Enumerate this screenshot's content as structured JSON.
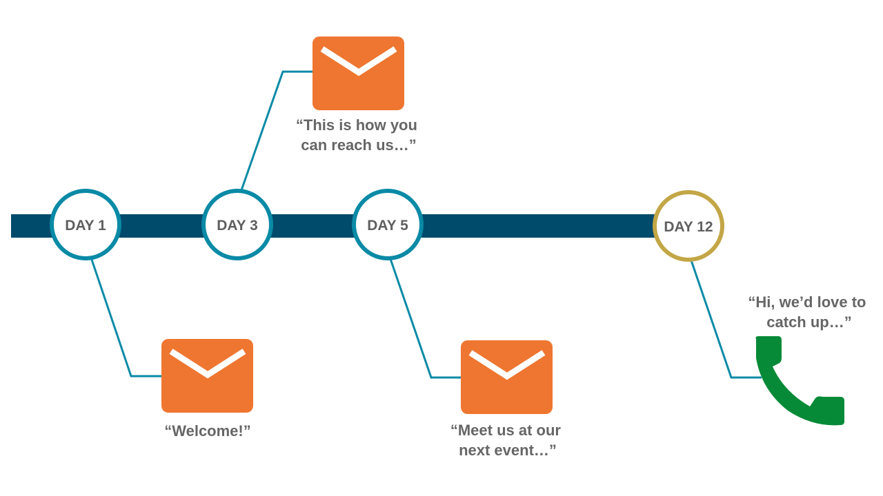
{
  "colors": {
    "timeline_bar": "#004a6b",
    "connector": "#0a8aa6",
    "circle_border": "#0a8aa6",
    "circle_border_final": "#c3a646",
    "email_fill": "#ef7630",
    "phone_fill": "#078a37",
    "text": "#5f5f5f"
  },
  "timeline": {
    "milestones": [
      {
        "label": "DAY 1",
        "icon": "envelope-icon",
        "caption": [
          "“Welcome!”"
        ]
      },
      {
        "label": "DAY 3",
        "icon": "envelope-icon",
        "caption": [
          "“This is how you",
          "can reach us…”"
        ]
      },
      {
        "label": "DAY 5",
        "icon": "envelope-icon",
        "caption": [
          "“Meet us at our",
          "next event…”"
        ]
      },
      {
        "label": "DAY 12",
        "icon": "phone-icon",
        "caption": [
          "“Hi, we’d love to",
          "catch up…”"
        ]
      }
    ]
  }
}
